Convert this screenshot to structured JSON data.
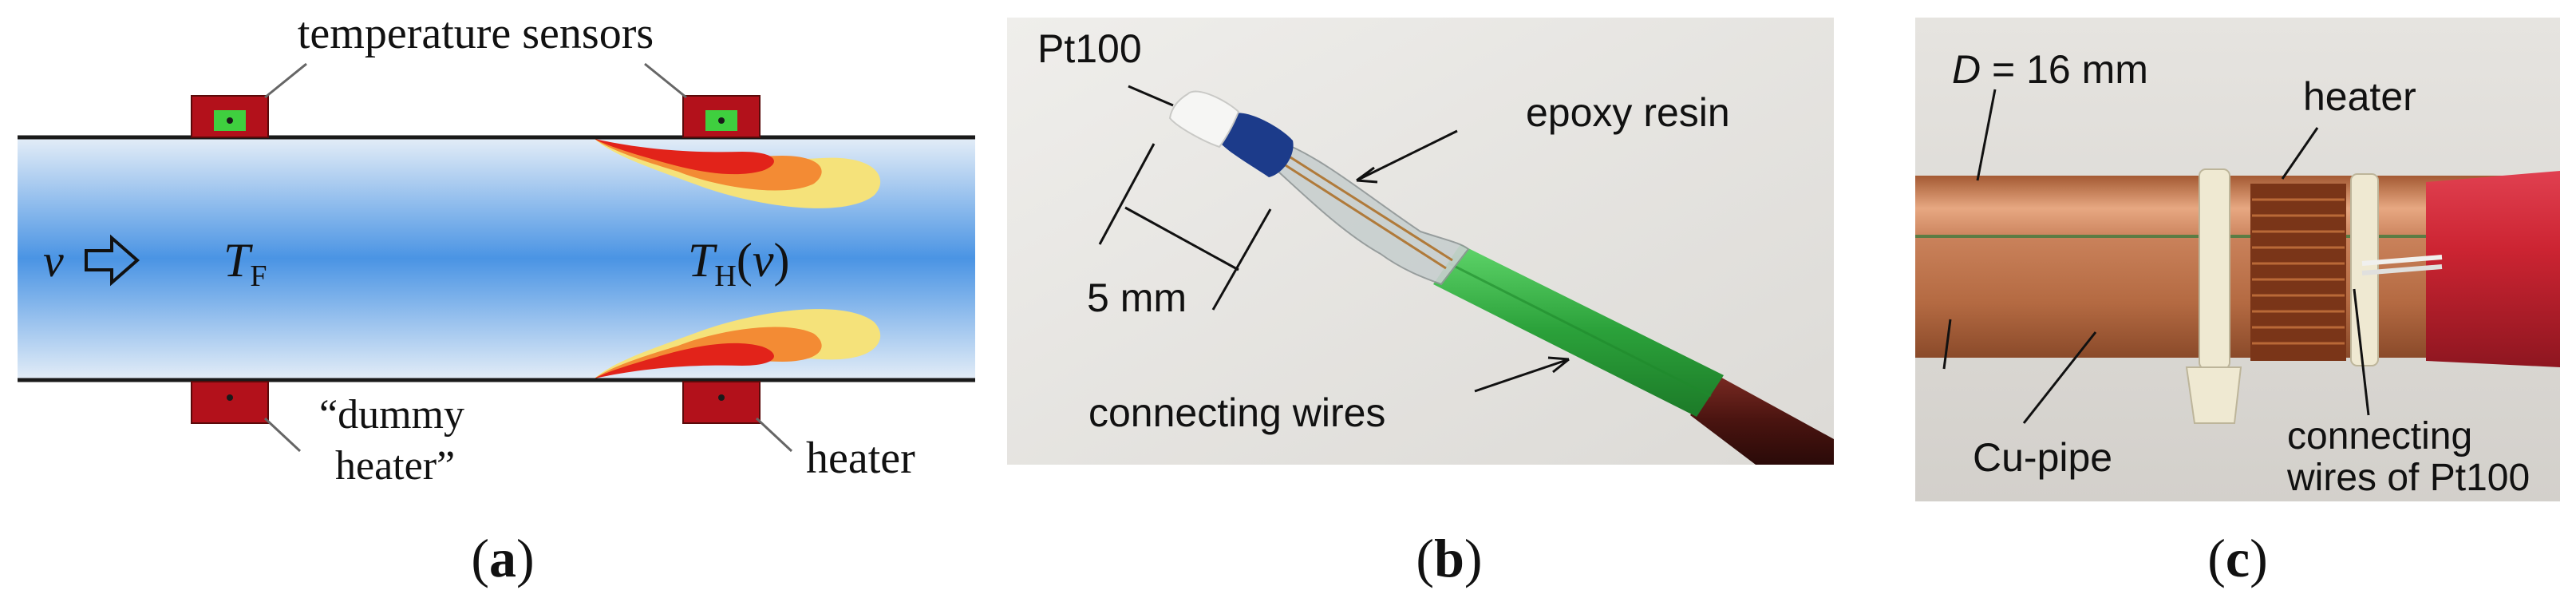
{
  "panel_a": {
    "caption_open": "(",
    "caption_letter": "a",
    "caption_close": ")",
    "label_temperature_sensors": "temperature sensors",
    "label_v": "v",
    "label_TF_main": "T",
    "label_TF_sub": "F",
    "label_TH_main": "T",
    "label_TH_sub": "H",
    "label_TH_arg_open": "(",
    "label_TH_arg": "v",
    "label_TH_arg_close": ")",
    "label_dummy_line1": "“dummy",
    "label_dummy_line2": "heater”",
    "label_heater": "heater"
  },
  "panel_b": {
    "caption_open": "(",
    "caption_letter": "b",
    "caption_close": ")",
    "label_pt100": "Pt100",
    "label_epoxy": "epoxy resin",
    "label_5mm": "5 mm",
    "label_wires": "connecting wires"
  },
  "panel_c": {
    "caption_open": "(",
    "caption_letter": "c",
    "caption_close": ")",
    "label_D": "D",
    "label_D_value": " = 16 mm",
    "label_heater": "heater",
    "label_cupipe": "Cu-pipe",
    "label_wires_line1": "connecting",
    "label_wires_line2": "wires of Pt100"
  },
  "colors": {
    "pipe_edge": "#dfeaf6",
    "pipe_center": "#4a94e4",
    "sensor_red": "#b3111b",
    "sensor_green": "#3fcf3f",
    "heat_yellow": "#f5e27a",
    "heat_orange": "#f38b34",
    "heat_red": "#e2231a",
    "photo_bg_b": "#e7e5e1",
    "photo_bg_c": "#dddbd7",
    "copper": "#c67a4a",
    "cap_red": "#cc2432"
  }
}
